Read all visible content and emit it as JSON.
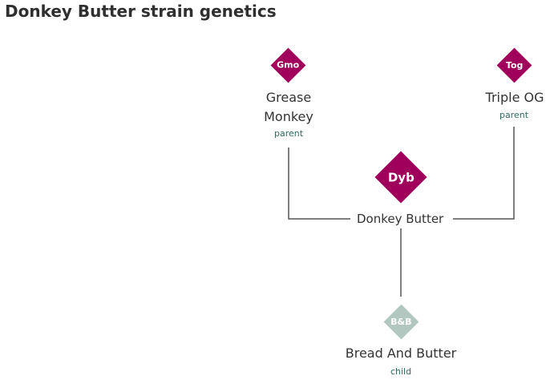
{
  "title": "Donkey Butter strain genetics",
  "colors": {
    "parent": "#a0005b",
    "main": "#a0005b",
    "child": "#b3c7c1",
    "role": "#2f6b5f",
    "connector": "#555555"
  },
  "main": {
    "abbr": "Dyb",
    "name": "Donkey Butter"
  },
  "parents": [
    {
      "abbr": "Gmo",
      "name_line1": "Grease",
      "name_line2": "Monkey",
      "role": "parent"
    },
    {
      "abbr": "Tog",
      "name": "Triple OG",
      "role": "parent"
    }
  ],
  "children": [
    {
      "abbr": "B&B",
      "name": "Bread And Butter",
      "role": "child"
    }
  ]
}
